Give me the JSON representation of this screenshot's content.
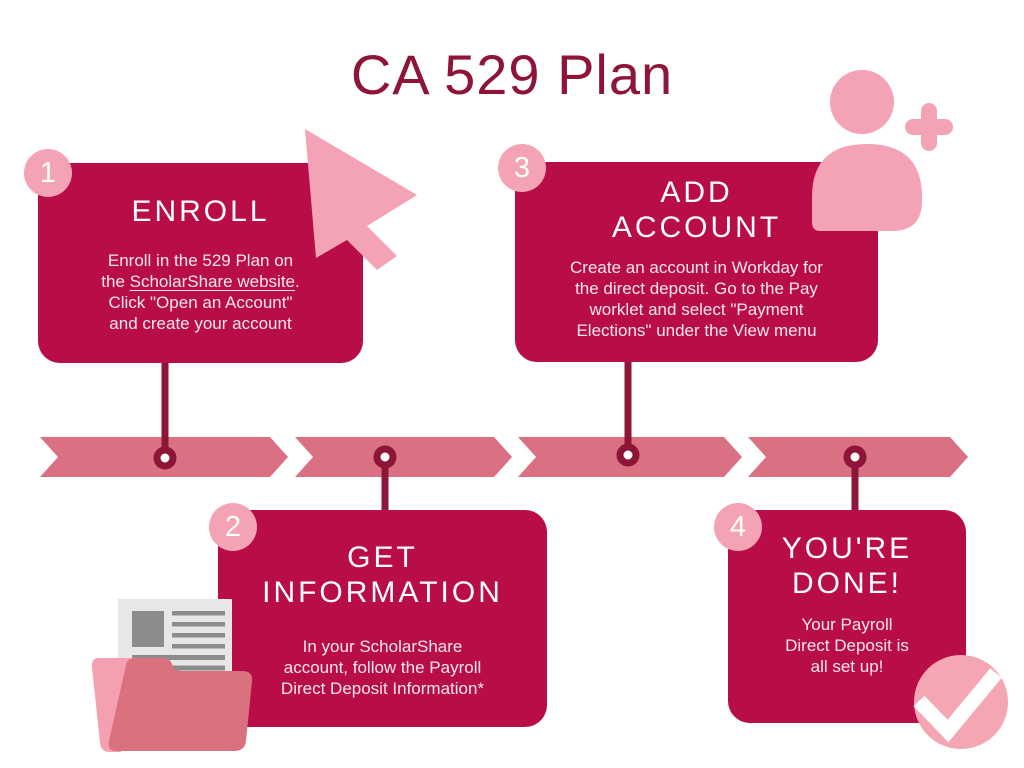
{
  "title": "CA 529 Plan",
  "steps": [
    {
      "number": "1",
      "heading": "ENROLL",
      "body_pre": "Enroll in the 529 Plan on\nthe ",
      "link_text": "ScholarShare website",
      "body_post": ".\nClick \"Open an Account\"\nand create your account"
    },
    {
      "number": "2",
      "heading": "GET\nINFORMATION",
      "body": "In your ScholarShare\naccount, follow the Payroll\nDirect Deposit Information*"
    },
    {
      "number": "3",
      "heading": "ADD\nACCOUNT",
      "body": "Create an account in Workday for\nthe direct deposit. Go to the Pay\nworklet and select \"Payment\nElections\" under the View menu"
    },
    {
      "number": "4",
      "heading": "YOU'RE\nDONE!",
      "body": "Your Payroll\nDirect Deposit is\nall set up!"
    }
  ],
  "icons": {
    "cursor": "cursor-pointer-icon",
    "add_person": "add-person-icon",
    "folder": "folder-with-document-icon",
    "check": "check-circle-icon"
  },
  "colors": {
    "box_crimson": "#b90d47",
    "title_maroon": "#8e1537",
    "connector_maroon": "#8e1537",
    "timeline_rose": "#d97183",
    "accent_pink": "#f4a3b5",
    "folder_front": "#d9717f",
    "folder_back": "#f5a0b1",
    "document_gray": "#e7e7e7",
    "document_detail_gray": "#8c8c8c",
    "body_text": "#f6e7eb"
  }
}
